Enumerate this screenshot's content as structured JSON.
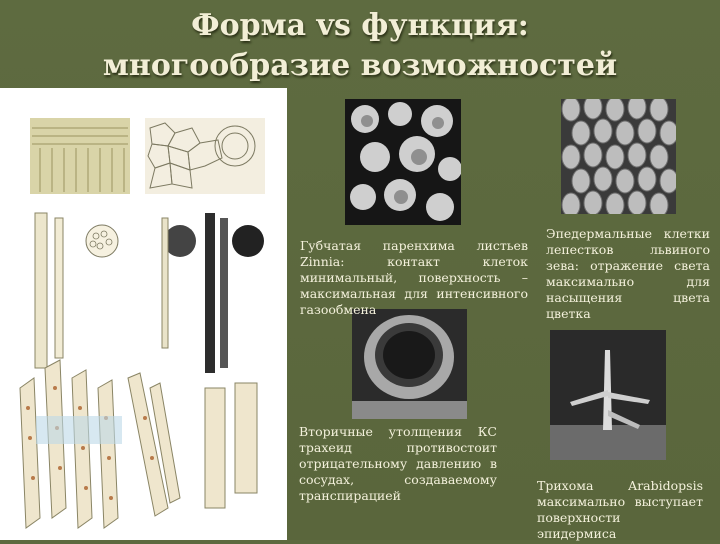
{
  "slide": {
    "title_line1": "Форма vs функция:",
    "title_line2": "многообразие возможностей"
  },
  "captions": {
    "spongy": "Губчатая паренхима листьев Zinnia: контакт клеток минимальный, поверхность – максимальная для интенсивного газообмена",
    "epidermal": "Эпедермальные клетки лепестков львиного зева: отражение света максимально для насыщения цвета цветка",
    "tracheid": "Вторичные утолщения КС трахеид противостоит отрицательному давлению в сосудах, создаваемому транспирацией",
    "trichome": "Трихома Arabidopsis максимально выступает поверхности эпидермиса"
  },
  "colors": {
    "background": "#5d6a3f",
    "text": "#f4f1dc"
  }
}
